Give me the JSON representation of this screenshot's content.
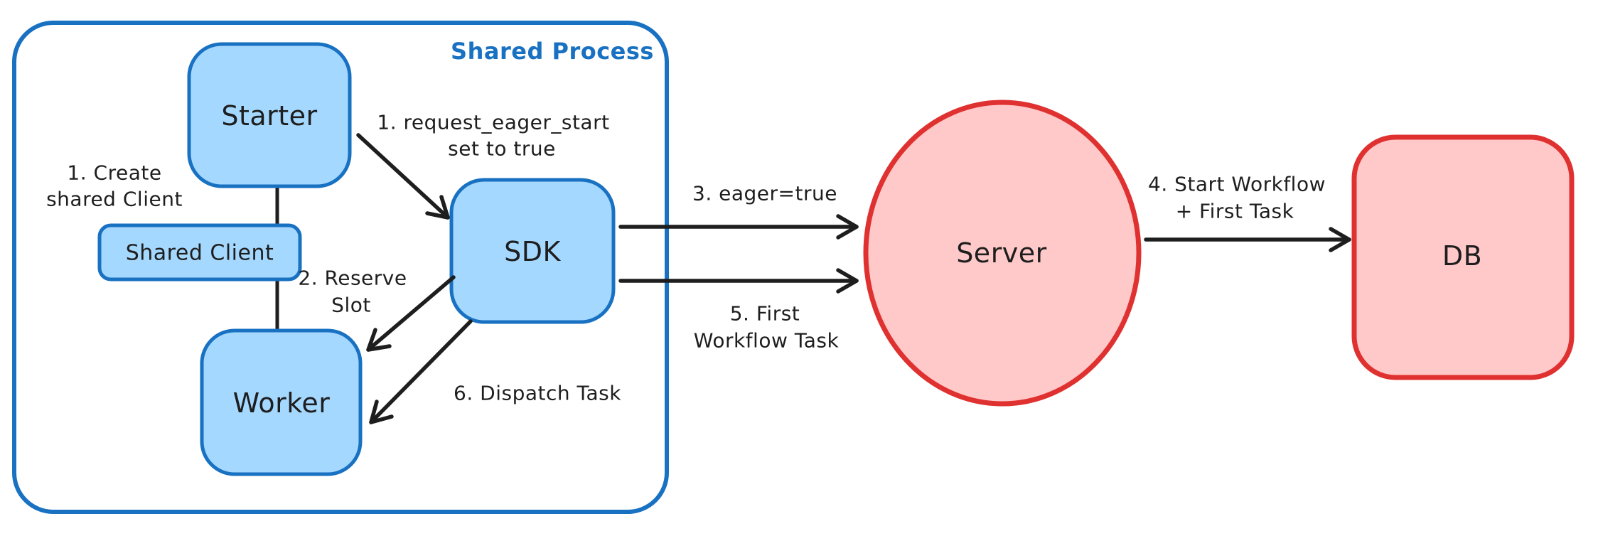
{
  "container": {
    "label": "Shared Process"
  },
  "nodes": {
    "starter": {
      "label": "Starter"
    },
    "shared_client": {
      "label": "Shared Client"
    },
    "worker": {
      "label": "Worker"
    },
    "sdk": {
      "label": "SDK"
    },
    "server": {
      "label": "Server"
    },
    "db": {
      "label": "DB"
    }
  },
  "annotations": {
    "create_client": {
      "line1": "1. Create",
      "line2": "shared Client"
    },
    "request_eager_start": {
      "line1": "1. request_eager_start",
      "line2": "set to true"
    },
    "reserve_slot": {
      "line1": "2. Reserve",
      "line2": "Slot"
    },
    "eager_true": {
      "line1": "3. eager=true"
    },
    "start_workflow": {
      "line1": "4. Start Workflow",
      "line2": "+ First Task"
    },
    "first_workflow_task": {
      "line1": "5. First",
      "line2": "Workflow Task"
    },
    "dispatch_task": {
      "line1": "6. Dispatch Task"
    }
  },
  "colors": {
    "blue_stroke": "#1971c2",
    "blue_fill": "#a5d8ff",
    "red_stroke": "#e03131",
    "red_fill": "#ffc9c9",
    "ink": "#1e1e1e",
    "canvas_bg": "#ffffff"
  }
}
